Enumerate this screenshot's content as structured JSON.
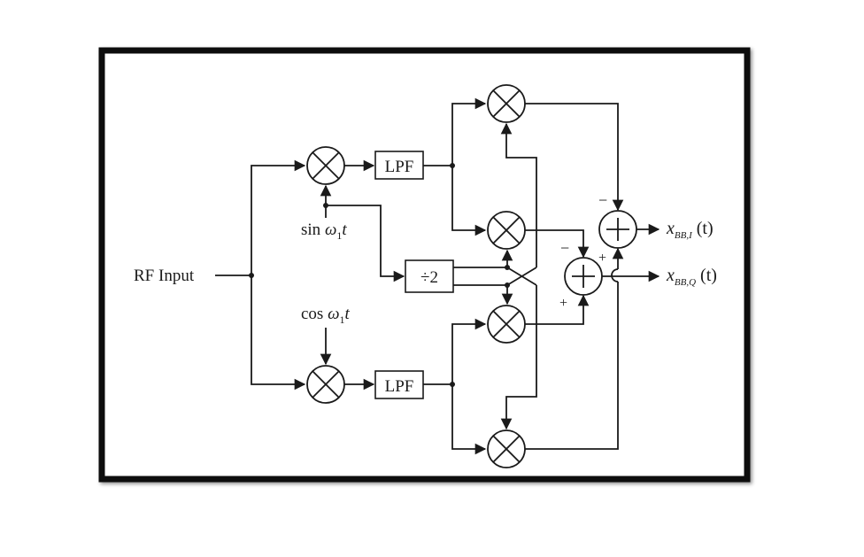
{
  "diagram": {
    "input_label": "RF Input",
    "lpf_top_label": "LPF",
    "lpf_bottom_label": "LPF",
    "divider_label": "÷2",
    "sin_label": {
      "fn": "sin",
      "var": "ω",
      "sub": "1",
      "t": "t"
    },
    "cos_label": {
      "fn": "cos",
      "var": "ω",
      "sub": "1",
      "t": "t"
    },
    "signs": {
      "sum_i_top": "−",
      "sum_i_right": "+",
      "sum_q_left": "−",
      "sum_q_bottom": "+"
    },
    "output_i": {
      "var": "x",
      "sub": "BB,I",
      "arg": "(t)"
    },
    "output_q": {
      "var": "x",
      "sub": "BB,Q",
      "arg": "(t)"
    },
    "colors": {
      "frame": "#111111",
      "ink": "#1a1a1a",
      "background": "#ffffff"
    }
  }
}
